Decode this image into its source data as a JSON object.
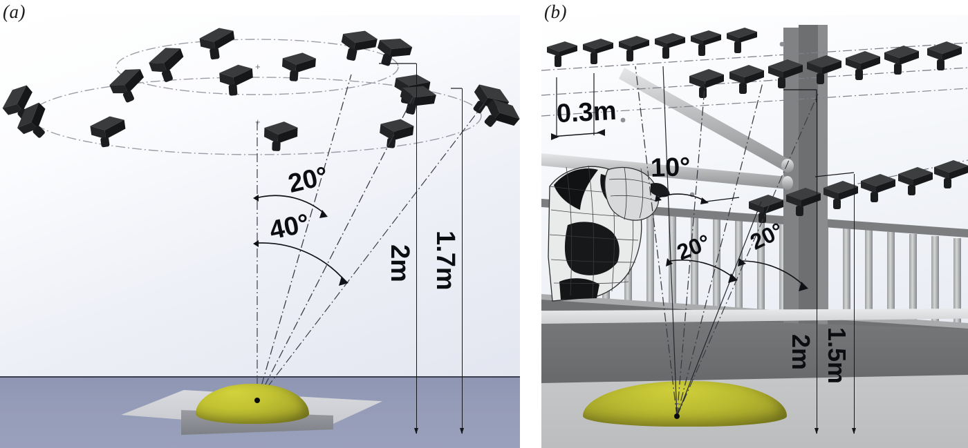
{
  "figure": {
    "panels": [
      {
        "id": "a",
        "label": "(a)",
        "scene": "laboratory multi-camera photogrammetry rig: two concentric elliptical rings of cameras aimed down at a dome-shaped target on a raised platform",
        "target_name": "dome-target",
        "platform_name": "platform",
        "camera_count": 16,
        "ring_count": 2,
        "annotations": [
          {
            "name": "angle-20",
            "text": "20°",
            "value": 20,
            "unit": "degree"
          },
          {
            "name": "angle-40",
            "text": "40°",
            "value": 40,
            "unit": "degree"
          },
          {
            "name": "height-2m",
            "text": "2m",
            "value": 2,
            "unit": "m"
          },
          {
            "name": "height-1p7m",
            "text": "1.7m",
            "value": 1.7,
            "unit": "m"
          }
        ],
        "colors": {
          "floor": "#9098b4",
          "sky_top": "#ffffff",
          "sky_bottom": "#e3e6f0",
          "target": "#b3b32a",
          "platform": "#cfd1d5",
          "camera": "#2a2b2d",
          "annotation": "#0c0d10"
        }
      },
      {
        "id": "b",
        "label": "(b)",
        "scene": "on-farm cattle race: three rails of cameras mounted around a steel railing with a cow standing in the crush, aimed at a dome-shaped target on the ground",
        "target_name": "dome-target",
        "animal_name": "cow-model",
        "camera_count": 19,
        "rail_count": 3,
        "annotations": [
          {
            "name": "spacing-0p3m",
            "text": "0.3m",
            "value": 0.3,
            "unit": "m"
          },
          {
            "name": "angle-10",
            "text": "10°",
            "value": 10,
            "unit": "degree"
          },
          {
            "name": "angle-20-left",
            "text": "20°",
            "value": 20,
            "unit": "degree"
          },
          {
            "name": "angle-20-right",
            "text": "20°",
            "value": 20,
            "unit": "degree"
          },
          {
            "name": "height-2m",
            "text": "2m",
            "value": 2,
            "unit": "m"
          },
          {
            "name": "height-1p5m",
            "text": "1.5m",
            "value": 1.5,
            "unit": "m"
          }
        ],
        "colors": {
          "floor": "#c4c5c6",
          "wall": "#6f7173",
          "railing": "#8e9092",
          "target": "#b3b32a",
          "camera": "#2a2b2d",
          "annotation": "#0c0d10"
        }
      }
    ]
  }
}
